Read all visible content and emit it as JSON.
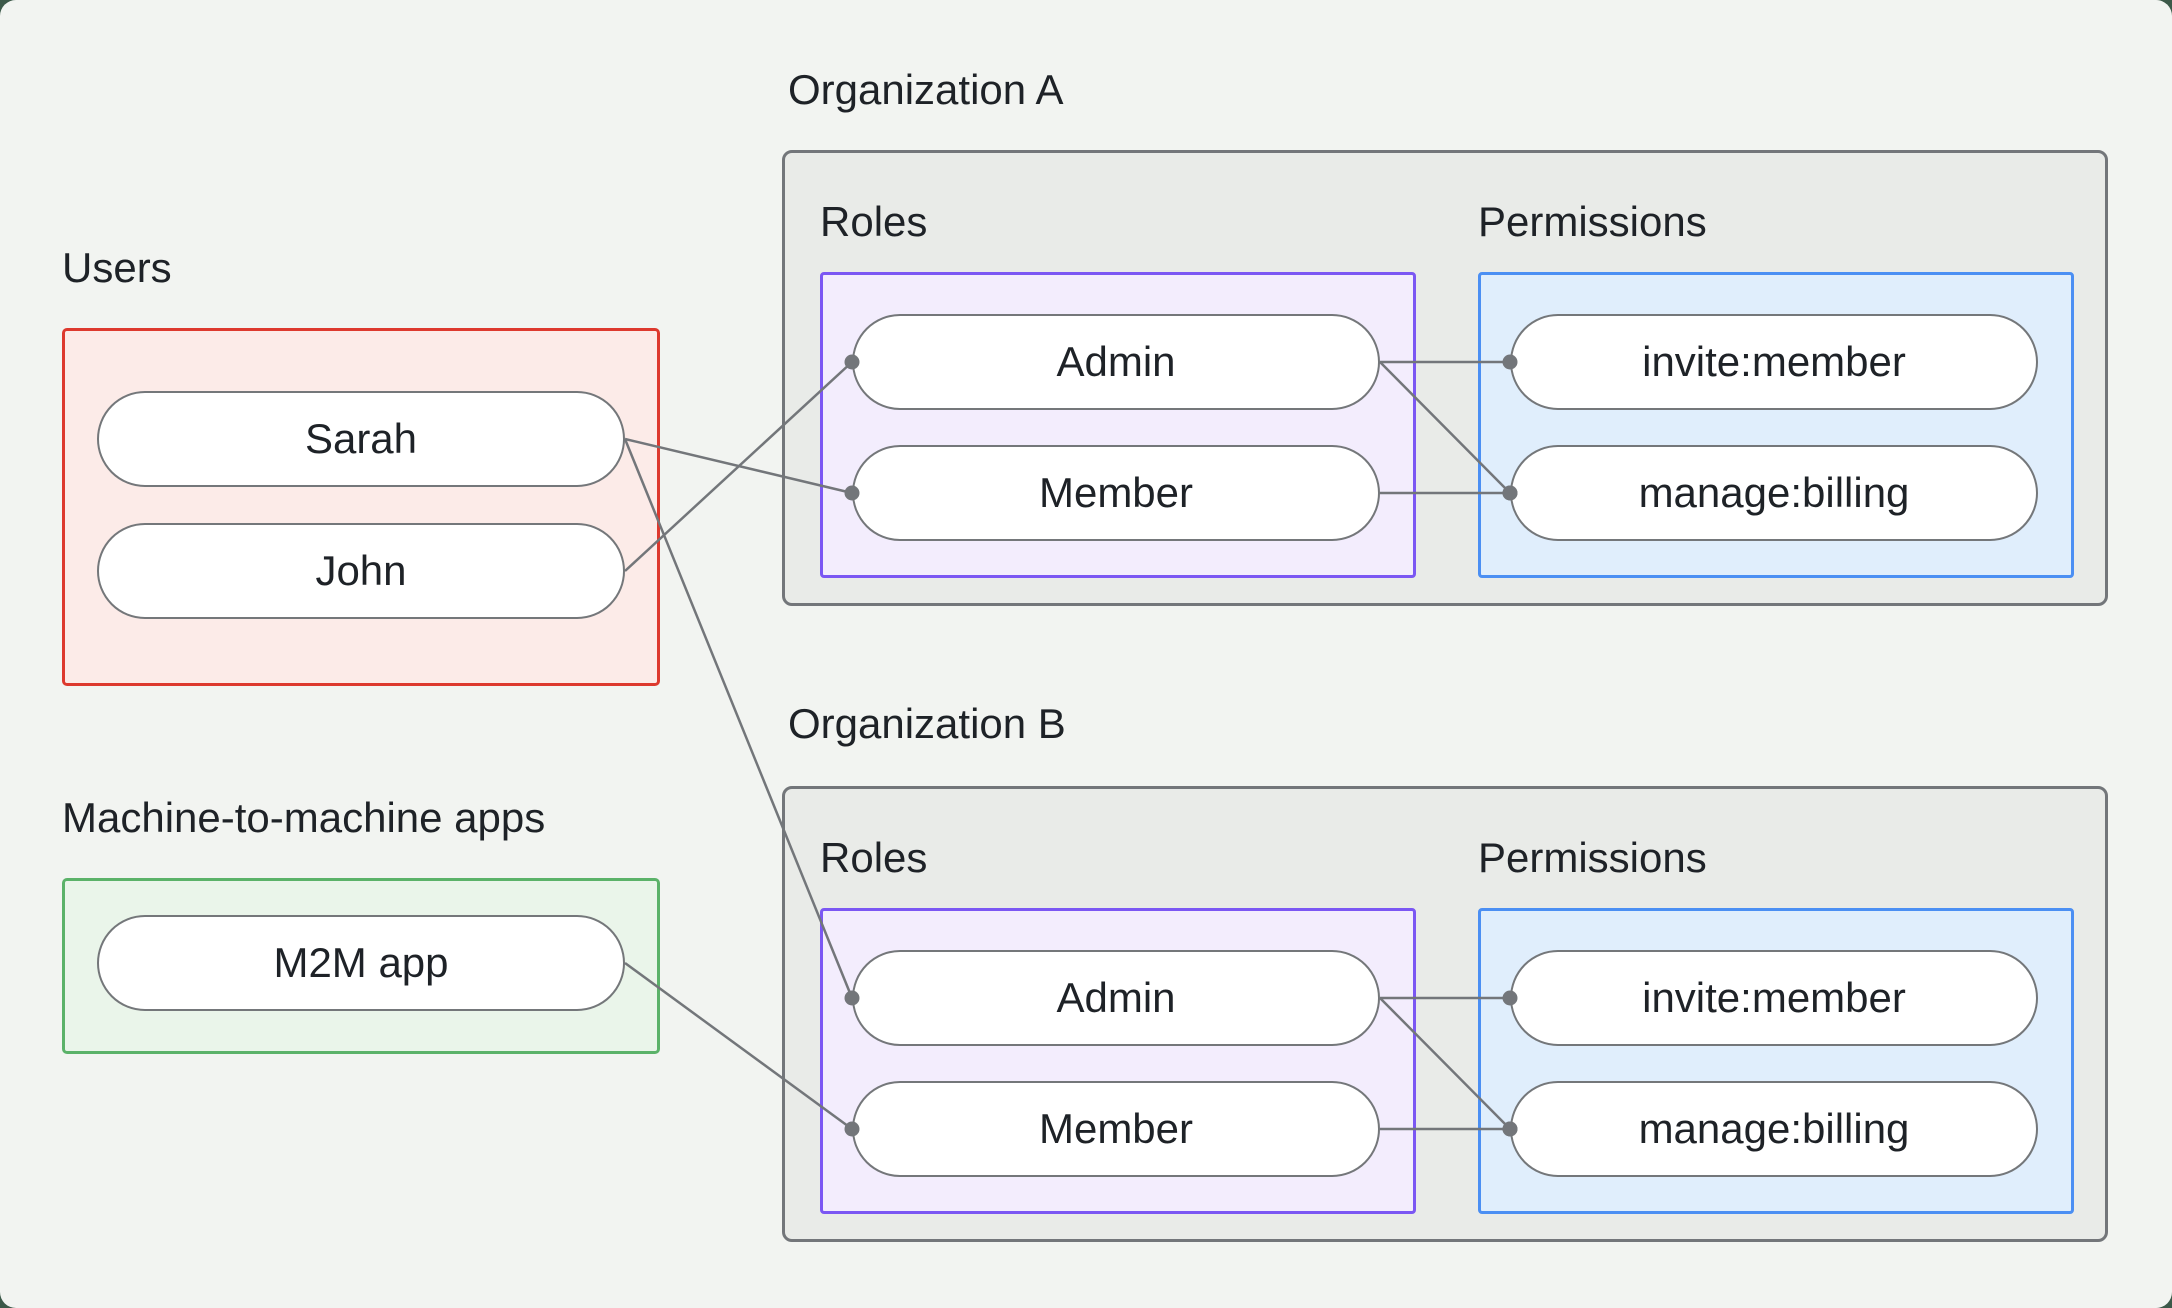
{
  "page": {
    "outer_background": "#3c5949",
    "card_background": "#f2f4f1",
    "line_color": "#73767a",
    "node_border_color": "#74777a",
    "text_color": "#1e2227"
  },
  "sections": {
    "users": {
      "label": "Users",
      "border_color": "#dd392e",
      "fill_color": "#fcebe8",
      "items": [
        {
          "id": "sarah",
          "label": "Sarah"
        },
        {
          "id": "john",
          "label": "John"
        }
      ]
    },
    "m2m": {
      "label": "Machine-to-machine apps",
      "border_color": "#5bb269",
      "fill_color": "#eaf5ea",
      "items": [
        {
          "id": "m2m_app",
          "label": "M2M app"
        }
      ]
    }
  },
  "organizations": [
    {
      "id": "org_a",
      "title": "Organization A",
      "container_border_color": "#73767a",
      "container_fill_color": "#e9ebe8",
      "roles": {
        "label": "Roles",
        "border_color": "#7b57f3",
        "fill_color": "#f3edfd",
        "items": [
          {
            "id": "org_a_admin",
            "label": "Admin"
          },
          {
            "id": "org_a_member",
            "label": "Member"
          }
        ]
      },
      "permissions": {
        "label": "Permissions",
        "border_color": "#4b8ff3",
        "fill_color": "#e0eefc",
        "items": [
          {
            "id": "org_a_invite",
            "label": "invite:member"
          },
          {
            "id": "org_a_manage",
            "label": "manage:billing"
          }
        ]
      }
    },
    {
      "id": "org_b",
      "title": "Organization B",
      "container_border_color": "#73767a",
      "container_fill_color": "#e9ebe8",
      "roles": {
        "label": "Roles",
        "border_color": "#7b57f3",
        "fill_color": "#f3edfd",
        "items": [
          {
            "id": "org_b_admin",
            "label": "Admin"
          },
          {
            "id": "org_b_member",
            "label": "Member"
          }
        ]
      },
      "permissions": {
        "label": "Permissions",
        "border_color": "#4b8ff3",
        "fill_color": "#e0eefc",
        "items": [
          {
            "id": "org_b_invite",
            "label": "invite:member"
          },
          {
            "id": "org_b_manage",
            "label": "manage:billing"
          }
        ]
      }
    }
  ],
  "connections": [
    {
      "from": "sarah",
      "to": "org_a_member"
    },
    {
      "from": "sarah",
      "to": "org_b_admin"
    },
    {
      "from": "john",
      "to": "org_a_admin"
    },
    {
      "from": "m2m_app",
      "to": "org_b_member"
    },
    {
      "from": "org_a_admin",
      "to": "org_a_invite"
    },
    {
      "from": "org_a_admin",
      "to": "org_a_manage"
    },
    {
      "from": "org_a_member",
      "to": "org_a_manage"
    },
    {
      "from": "org_b_admin",
      "to": "org_b_invite"
    },
    {
      "from": "org_b_admin",
      "to": "org_b_manage"
    },
    {
      "from": "org_b_member",
      "to": "org_b_manage"
    }
  ]
}
